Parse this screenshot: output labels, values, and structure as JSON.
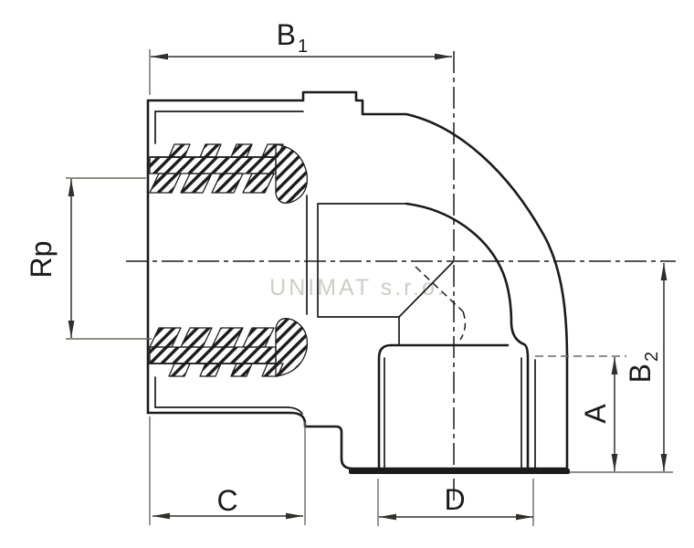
{
  "drawing": {
    "watermark": "UNIMAT s.r.o."
  },
  "labels": {
    "b1": {
      "base": "B",
      "sub": "1"
    },
    "rp": "Rp",
    "b2": {
      "base": "B",
      "sub": "2"
    },
    "a": "A",
    "c": "C",
    "d": "D"
  },
  "colors": {
    "background": "#ffffff",
    "outline": "#1d1b19",
    "dimension": "#322e2a",
    "extension": "#6e675f",
    "watermark": "#cfccc5"
  }
}
